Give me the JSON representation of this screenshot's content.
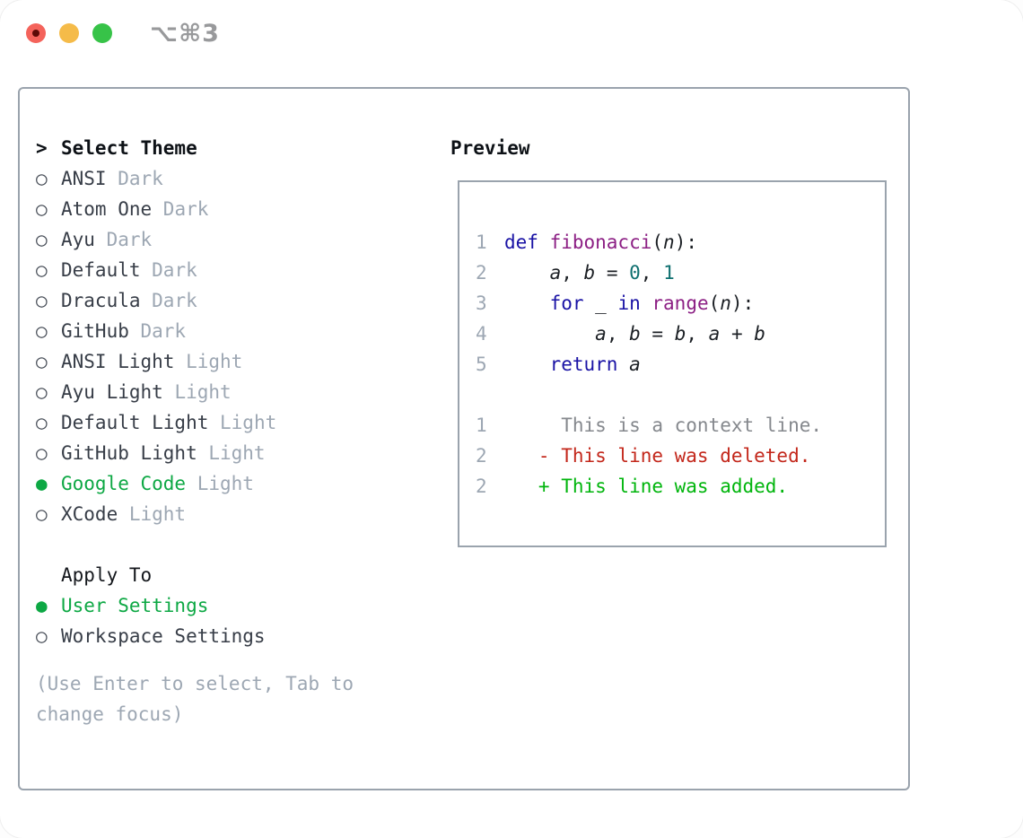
{
  "titlebar": {
    "shortcut": "⌥⌘3",
    "traffic_lights": [
      "close",
      "minimize",
      "zoom"
    ]
  },
  "theme_panel": {
    "header": {
      "prompt": ">",
      "label": "Select Theme"
    },
    "radio_unselected_glyph": "○",
    "radio_selected_glyph": "●",
    "themes": [
      {
        "name": "ANSI",
        "variant": "Dark",
        "selected": false
      },
      {
        "name": "Atom One",
        "variant": "Dark",
        "selected": false
      },
      {
        "name": "Ayu",
        "variant": "Dark",
        "selected": false
      },
      {
        "name": "Default",
        "variant": "Dark",
        "selected": false
      },
      {
        "name": "Dracula",
        "variant": "Dark",
        "selected": false
      },
      {
        "name": "GitHub",
        "variant": "Dark",
        "selected": false
      },
      {
        "name": "ANSI Light",
        "variant": "Light",
        "selected": false
      },
      {
        "name": "Ayu Light",
        "variant": "Light",
        "selected": false
      },
      {
        "name": "Default Light",
        "variant": "Light",
        "selected": false
      },
      {
        "name": "GitHub Light",
        "variant": "Light",
        "selected": false
      },
      {
        "name": "Google Code",
        "variant": "Light",
        "selected": true
      },
      {
        "name": "XCode",
        "variant": "Light",
        "selected": false
      }
    ],
    "apply_to": {
      "label": "Apply To",
      "options": [
        {
          "name": "User Settings",
          "selected": true
        },
        {
          "name": "Workspace Settings",
          "selected": false
        }
      ]
    },
    "help": "(Use Enter to select, Tab to change focus)"
  },
  "preview": {
    "label": "Preview",
    "lines": [
      {
        "num": "1",
        "segs": [
          [
            "kw",
            "def "
          ],
          [
            "fn",
            "fibonacci"
          ],
          [
            "pl",
            "("
          ],
          [
            "va",
            "n"
          ],
          [
            "pl",
            "):"
          ]
        ]
      },
      {
        "num": "2",
        "segs": [
          [
            "pl",
            "    "
          ],
          [
            "va",
            "a"
          ],
          [
            "pl",
            ", "
          ],
          [
            "va",
            "b"
          ],
          [
            "pl",
            " = "
          ],
          [
            "lit",
            "0"
          ],
          [
            "pl",
            ", "
          ],
          [
            "lit",
            "1"
          ]
        ]
      },
      {
        "num": "3",
        "segs": [
          [
            "pl",
            "    "
          ],
          [
            "kw",
            "for "
          ],
          [
            "va",
            "_"
          ],
          [
            "kw",
            " in "
          ],
          [
            "fn",
            "range"
          ],
          [
            "pl",
            "("
          ],
          [
            "va",
            "n"
          ],
          [
            "pl",
            "):"
          ]
        ]
      },
      {
        "num": "4",
        "segs": [
          [
            "pl",
            "        "
          ],
          [
            "va",
            "a"
          ],
          [
            "pl",
            ", "
          ],
          [
            "va",
            "b"
          ],
          [
            "pl",
            " = "
          ],
          [
            "va",
            "b"
          ],
          [
            "pl",
            ", "
          ],
          [
            "va",
            "a"
          ],
          [
            "pl",
            " + "
          ],
          [
            "va",
            "b"
          ]
        ]
      },
      {
        "num": "5",
        "segs": [
          [
            "pl",
            "    "
          ],
          [
            "kw",
            "return "
          ],
          [
            "va",
            "a"
          ]
        ]
      },
      {
        "num": "",
        "segs": []
      },
      {
        "num": "1",
        "segs": [
          [
            "ctx",
            "     This is a context line."
          ]
        ]
      },
      {
        "num": "2",
        "segs": [
          [
            "del",
            "   - This line was deleted."
          ]
        ]
      },
      {
        "num": "2",
        "segs": [
          [
            "add",
            "   + This line was added."
          ]
        ]
      }
    ]
  },
  "colors": {
    "accent": "#0da844",
    "kw": "#1a13a5",
    "fn": "#8c1f84",
    "lit": "#0e6f6f",
    "pl": "#1c2025",
    "ctx": "#85888d",
    "del": "#c3271b",
    "add": "#00b50c",
    "muted": "#9da7b3",
    "text": "#373d47",
    "heading": "#0d1116",
    "border": "#9aa3ad",
    "titlebar_shortcut": "#98999b",
    "traffic_red": "#f4635b",
    "traffic_red_dot": "#5c0a06",
    "traffic_yellow": "#f5bb49",
    "traffic_green": "#37c348"
  }
}
